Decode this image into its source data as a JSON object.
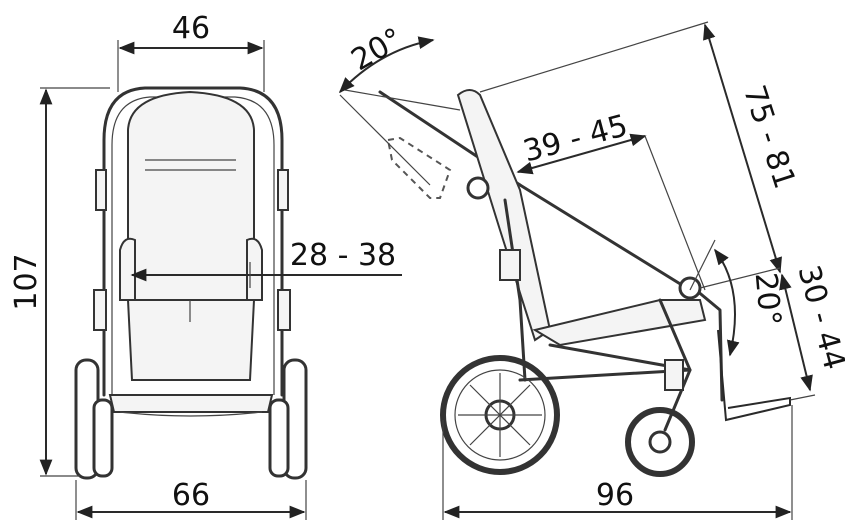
{
  "front_view": {
    "dim_top": "46",
    "dim_height": "107",
    "dim_seat_width": "28 - 38",
    "dim_bottom": "66"
  },
  "side_view": {
    "dim_backrest_angle": "20°",
    "dim_seat_depth": "39 - 45",
    "dim_back_height": "75 - 81",
    "dim_leg_length": "30 - 44",
    "dim_footrest_angle": "20°",
    "dim_length": "96"
  }
}
